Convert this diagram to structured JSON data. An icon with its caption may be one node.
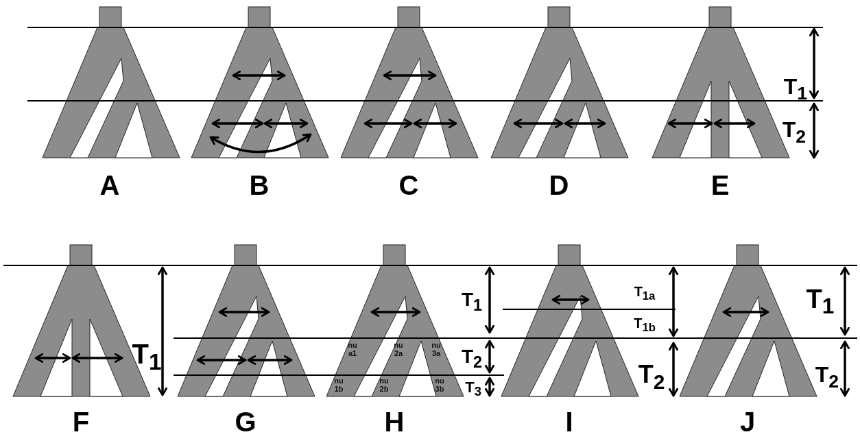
{
  "diagram": {
    "labels": [
      "T$_{1}$",
      "T$_{2}$",
      "A",
      "B",
      "C",
      "D",
      "E",
      "T$_{1}$",
      "T$_{1}$",
      "T$_{1a}$",
      "T$_{1}$",
      "T$_{1b}$",
      "nu a1",
      "nu 2a",
      "nu 3a",
      "T$_{2}$",
      "T$_{2}$",
      "T$_{2}$",
      "nu 1b",
      "nu 2b",
      "nu 3b",
      "T$_{3}$",
      "F",
      "G",
      "H",
      "I",
      "J"
    ]
  }
}
